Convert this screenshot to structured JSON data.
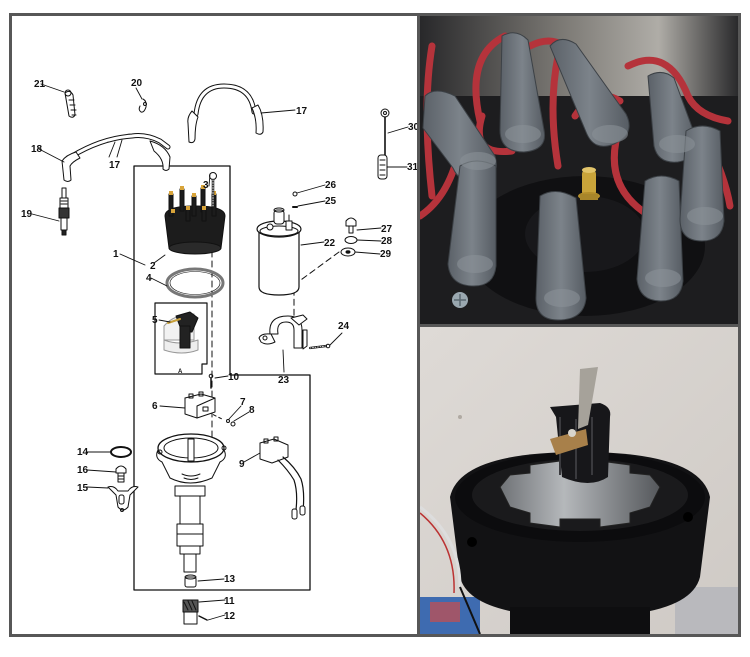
{
  "figure": {
    "type": "exploded parts diagram with reference photos",
    "colors": {
      "frame_border": "#575757",
      "diagram_background": "#ffffff",
      "line_art": "#111111",
      "boot_gray": "#6d747b",
      "wire_red": "#b8323a",
      "cap_black": "#1a1a1a",
      "brass": "#c9a43a",
      "wall_beige": "#d9d5d1"
    }
  },
  "diagram": {
    "callouts": [
      {
        "id": "1",
        "label": "1",
        "part": "distributor assembly"
      },
      {
        "id": "2",
        "label": "2",
        "part": "distributor cap"
      },
      {
        "id": "3",
        "label": "3",
        "part": "cap screw"
      },
      {
        "id": "4",
        "label": "4",
        "part": "cap gasket"
      },
      {
        "id": "5",
        "label": "5",
        "part": "rotor"
      },
      {
        "id": "6",
        "label": "6",
        "part": "ignition module"
      },
      {
        "id": "7",
        "label": "7",
        "part": "washer"
      },
      {
        "id": "8",
        "label": "8",
        "part": "nut"
      },
      {
        "id": "9",
        "label": "9",
        "part": "sensor / pickup module"
      },
      {
        "id": "10",
        "label": "10",
        "part": "rotor screw"
      },
      {
        "id": "11",
        "label": "11",
        "part": "drive gear"
      },
      {
        "id": "12",
        "label": "12",
        "part": "roll pin"
      },
      {
        "id": "13",
        "label": "13",
        "part": "spacer"
      },
      {
        "id": "14",
        "label": "14",
        "part": "o-ring"
      },
      {
        "id": "15",
        "label": "15",
        "part": "hold-down clamp"
      },
      {
        "id": "16",
        "label": "16",
        "part": "hold-down bolt"
      },
      {
        "id": "17",
        "label": "17",
        "part": "spark plug wire"
      },
      {
        "id": "18",
        "label": "18",
        "part": "spark plug wire boot"
      },
      {
        "id": "19",
        "label": "19",
        "part": "spark plug"
      },
      {
        "id": "20",
        "label": "20",
        "part": "wire clip"
      },
      {
        "id": "21",
        "label": "21",
        "part": "wire retainer"
      },
      {
        "id": "22",
        "label": "22",
        "part": "ignition coil"
      },
      {
        "id": "23",
        "label": "23",
        "part": "coil bracket"
      },
      {
        "id": "24",
        "label": "24",
        "part": "bracket screw"
      },
      {
        "id": "25",
        "label": "25",
        "part": "lock washer"
      },
      {
        "id": "26",
        "label": "26",
        "part": "nut"
      },
      {
        "id": "27",
        "label": "27",
        "part": "bolt"
      },
      {
        "id": "28",
        "label": "28",
        "part": "lock washer"
      },
      {
        "id": "29",
        "label": "29",
        "part": "washer"
      },
      {
        "id": "30",
        "label": "30",
        "part": "ground strap"
      },
      {
        "id": "31",
        "label": "31",
        "part": "wire retainer bracket"
      }
    ],
    "inset_label": "A"
  },
  "photos": {
    "top": {
      "subject": "distributor cap with eight gray spark plug boots and red wires, brass center terminal"
    },
    "bottom": {
      "subject": "open distributor housing showing rotor and reluctor, against beige wall"
    }
  }
}
